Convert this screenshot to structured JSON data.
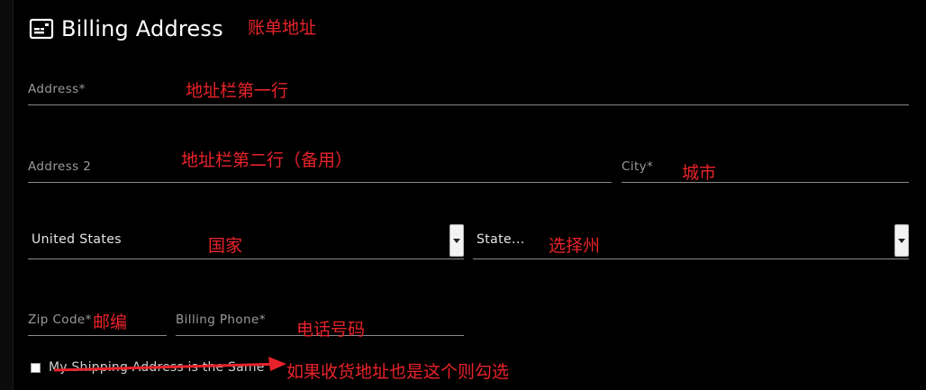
{
  "header": {
    "title": "Billing Address",
    "icon": "credit-card-icon"
  },
  "form": {
    "address": {
      "placeholder": "Address*"
    },
    "address2": {
      "placeholder": "Address 2"
    },
    "city": {
      "placeholder": "City*"
    },
    "country": {
      "selected": "United States"
    },
    "state": {
      "selected": "State..."
    },
    "zip": {
      "placeholder": "Zip Code*"
    },
    "phone": {
      "placeholder": "Billing Phone*"
    },
    "same_as_shipping": {
      "label": "My Shipping Address is the Same",
      "checked": false
    }
  },
  "annotations": {
    "billing_address": "账单地址",
    "address_line1": "地址栏第一行",
    "address_line2": "地址栏第二行（备用）",
    "city": "城市",
    "country": "国家",
    "state": "选择州",
    "zip": "邮编",
    "phone": "电话号码",
    "checkbox": "如果收货地址也是这个则勾选"
  },
  "colors": {
    "background": "#000000",
    "annotation": "#e8232a",
    "field_line": "#8a8a8a"
  }
}
